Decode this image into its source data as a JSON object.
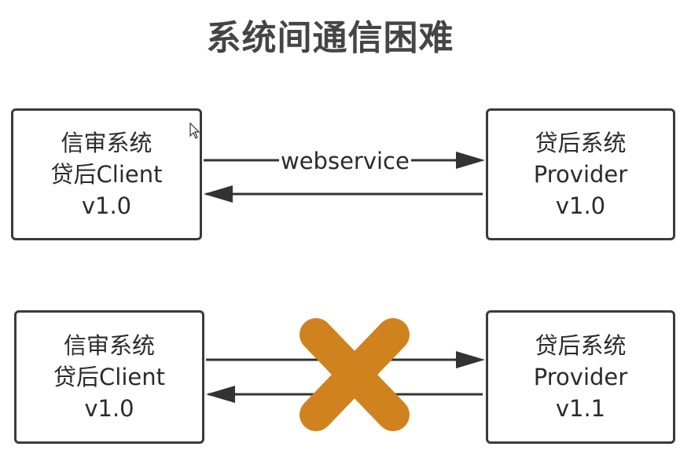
{
  "title": "系统间通信困难",
  "row1": {
    "client": [
      "信审系统",
      "贷后Client",
      "v1.0"
    ],
    "provider": [
      "贷后系统",
      "Provider",
      "v1.0"
    ],
    "label": "webservice"
  },
  "row2": {
    "client": [
      "信审系统",
      "贷后Client",
      "v1.0"
    ],
    "provider": [
      "贷后系统",
      "Provider",
      "v1.1"
    ]
  },
  "icons": {
    "blocked": "cross-icon",
    "pointer": "cursor-icon"
  },
  "colors": {
    "stroke": "#3a3a3a",
    "cross": "#d0821e"
  }
}
